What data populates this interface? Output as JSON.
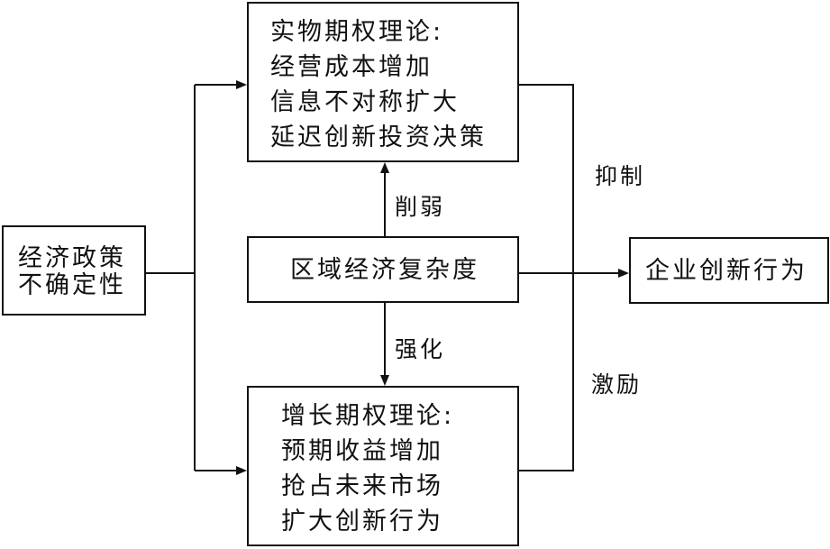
{
  "policy_uncertainty": {
    "lines": [
      "经济政策",
      "不确定性"
    ]
  },
  "real_options": {
    "lines": [
      "实物期权理论:",
      "经营成本增加",
      "信息不对称扩大",
      "延迟创新投资决策"
    ]
  },
  "regional_complexity": {
    "lines": [
      "区域经济复杂度"
    ]
  },
  "growth_options": {
    "lines": [
      "增长期权理论:",
      "预期收益增加",
      "抢占未来市场",
      "扩大创新行为"
    ]
  },
  "innovation": {
    "lines": [
      "企业创新行为"
    ]
  },
  "edge_labels": {
    "weaken": "削弱",
    "strengthen": "强化",
    "inhibit": "抑制",
    "incentive": "激励"
  }
}
